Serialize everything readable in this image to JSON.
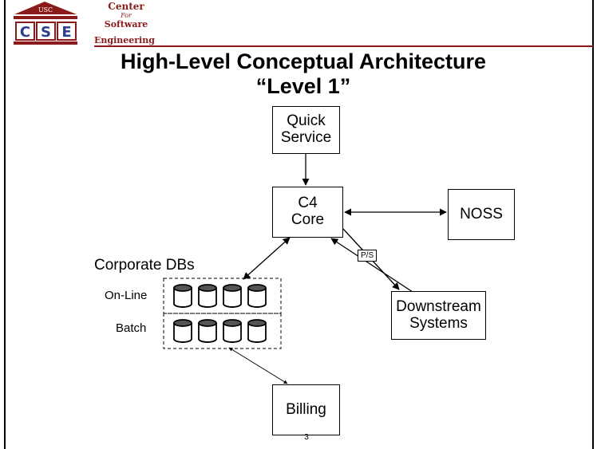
{
  "header": {
    "logo_banner": "USC",
    "logo_letters": [
      "C",
      "S",
      "E"
    ],
    "org_line1": "Center",
    "org_line2": "For",
    "org_line3": "Software",
    "org_line4": "Engineering"
  },
  "title": {
    "line1": "High-Level Conceptual Architecture",
    "line2": "“Level 1”"
  },
  "nodes": {
    "quick_service": "Quick\nService",
    "c4_core": "C4\nCore",
    "noss": "NOSS",
    "downstream": "Downstream\nSystems",
    "billing": "Billing"
  },
  "connector_label": "P/S",
  "databases": {
    "group_label": "Corporate DBs",
    "online_label": "On-Line",
    "batch_label": "Batch",
    "online_count": 4,
    "batch_count": 4
  },
  "page_number": "3",
  "colors": {
    "brand": "#8b1a1a",
    "ink": "#000000"
  }
}
